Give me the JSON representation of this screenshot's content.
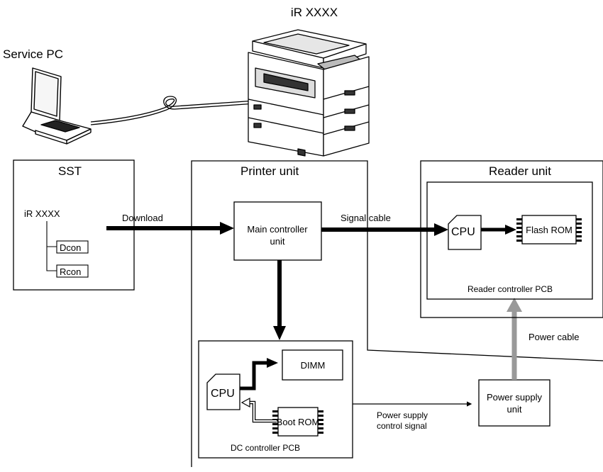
{
  "header": {
    "device_label": "iR XXXX",
    "pc_label": "Service PC"
  },
  "sst": {
    "title": "SST",
    "tree_root": "iR XXXX",
    "children": [
      "Dcon",
      "Rcon"
    ]
  },
  "printer_unit": {
    "title": "Printer unit",
    "main_controller": [
      "Main controller",
      "unit"
    ],
    "dc_controller": {
      "title": "DC controller PCB",
      "cpu": "CPU",
      "dimm": "DIMM",
      "boot_rom": "Boot ROM"
    }
  },
  "reader_unit": {
    "title": "Reader unit",
    "controller_title": "Reader controller PCB",
    "cpu": "CPU",
    "flash_rom": "Flash ROM"
  },
  "power_supply": {
    "label": [
      "Power supply",
      "unit"
    ]
  },
  "connections": {
    "download": "Download",
    "signal_cable": "Signal cable",
    "power_cable": "Power cable",
    "power_signal": [
      "Power supply",
      "control signal"
    ]
  }
}
